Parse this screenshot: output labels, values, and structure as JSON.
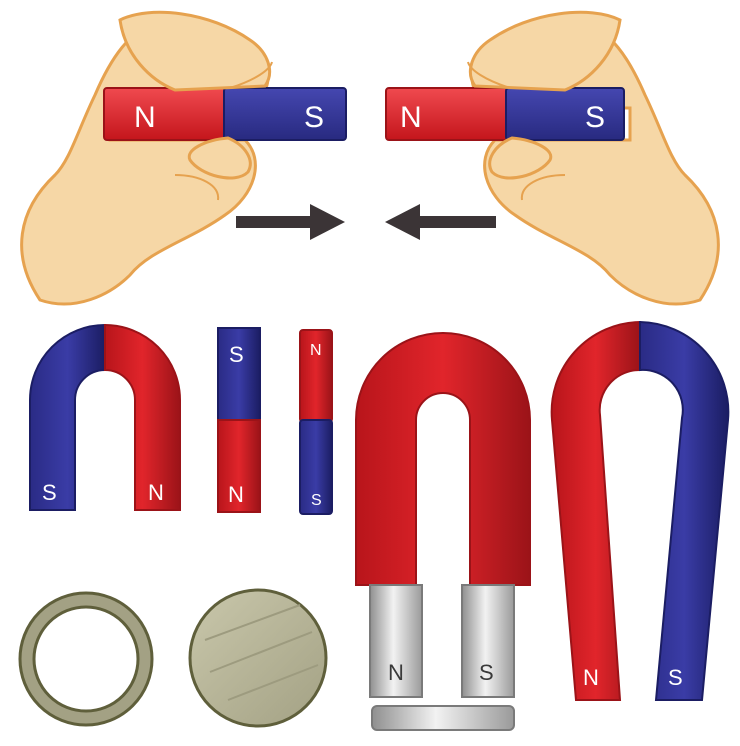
{
  "colors": {
    "red": "#e1252b",
    "red_dark": "#9b1318",
    "blue": "#2f3090",
    "blue_dark": "#1b1d63",
    "skin": "#f6d7a6",
    "skin_outline": "#e6a24f",
    "arrow": "#3b3436",
    "silver": "#c9c9c9",
    "olive": "#b9b79b",
    "olive_dark": "#5f5f3b",
    "letter": "#ffffff"
  },
  "labels": {
    "left_bar_n": "N",
    "left_bar_s": "S",
    "right_bar_n": "N",
    "right_bar_s": "S",
    "blue_red_horseshoe_s": "S",
    "blue_red_horseshoe_n": "N",
    "bar_magnet_a_s": "S",
    "bar_magnet_a_n": "N",
    "cylinder_magnet_n": "N",
    "cylinder_magnet_s": "S",
    "u_magnet_n": "N",
    "u_magnet_s": "S",
    "long_horseshoe_n": "N",
    "long_horseshoe_s": "S"
  },
  "icons": {
    "hands": "hand-icon",
    "attract_arrows": "arrow-icon",
    "ring": "ring-magnet-icon",
    "disc": "disc-magnet-icon",
    "keeper": "keeper-bar-icon"
  }
}
